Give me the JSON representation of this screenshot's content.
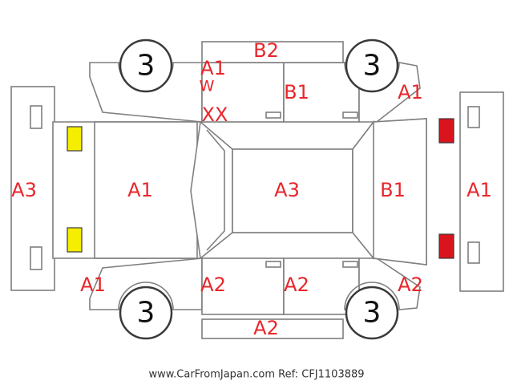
{
  "tires": [
    "3",
    "3",
    "3",
    "3"
  ],
  "labels": {
    "front_bumper": "A3",
    "hood": "A1",
    "roof": "A3",
    "trunk": "B1",
    "rear_bumper": "A1",
    "top_fender_front": "A1",
    "top_windshield_mark": "W",
    "top_windshield_note": "XX",
    "top_rocker": "B2",
    "top_rear_door": "B1",
    "top_rear_fender": "A1",
    "bottom_fender_front": "A1",
    "bottom_front_door": "A2",
    "bottom_rear_door": "A2",
    "bottom_rocker": "A2",
    "bottom_rear_fender": "A2"
  },
  "colors": {
    "damage_text": "#e8262b",
    "front_lights": "#f5ee00",
    "rear_lights": "#d9141c"
  },
  "footer": "www.CarFromJapan.com Ref: CFJ1103889"
}
